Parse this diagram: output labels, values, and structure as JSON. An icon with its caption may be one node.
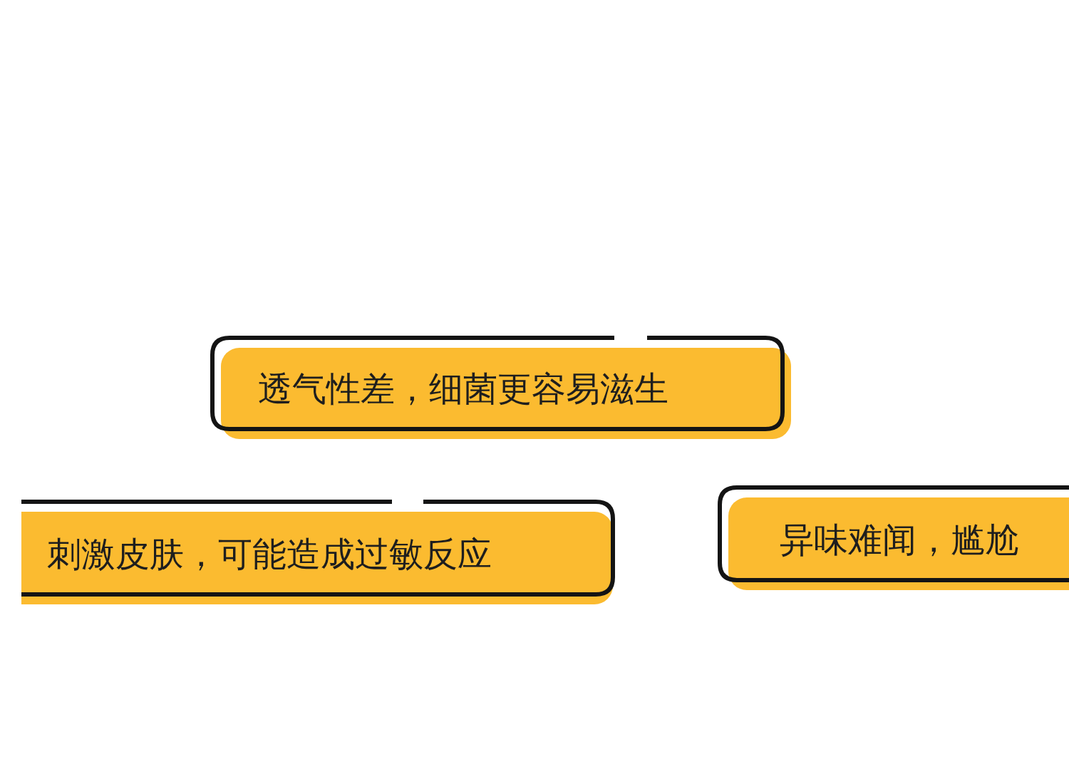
{
  "diagram": {
    "nodes": [
      {
        "text": [
          "透气性差，细菌更容易滋生"
        ]
      },
      {
        "text": [
          "刺激皮肤，可能造成过敏反应"
        ]
      },
      {
        "text": [
          "异味难闻，尴尬"
        ]
      }
    ]
  }
}
